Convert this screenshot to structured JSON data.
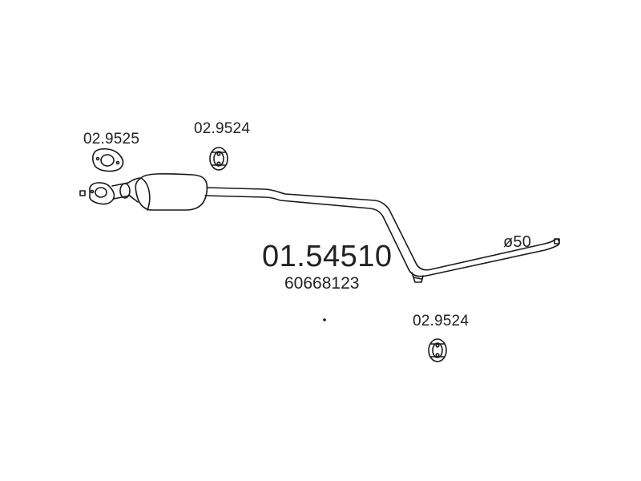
{
  "part_number": "01.54510",
  "oem_number": "60668123",
  "diameter_label": "ø50",
  "parts": {
    "gasket_code": "02.9525",
    "hanger_top_code": "02.9524",
    "hanger_bottom_code": "02.9524"
  },
  "colors": {
    "line": "#1a1a1a",
    "background": "#ffffff"
  },
  "icons": [
    "gasket-icon",
    "rubber-hanger-icon",
    "pipe-end-marker-icon"
  ]
}
